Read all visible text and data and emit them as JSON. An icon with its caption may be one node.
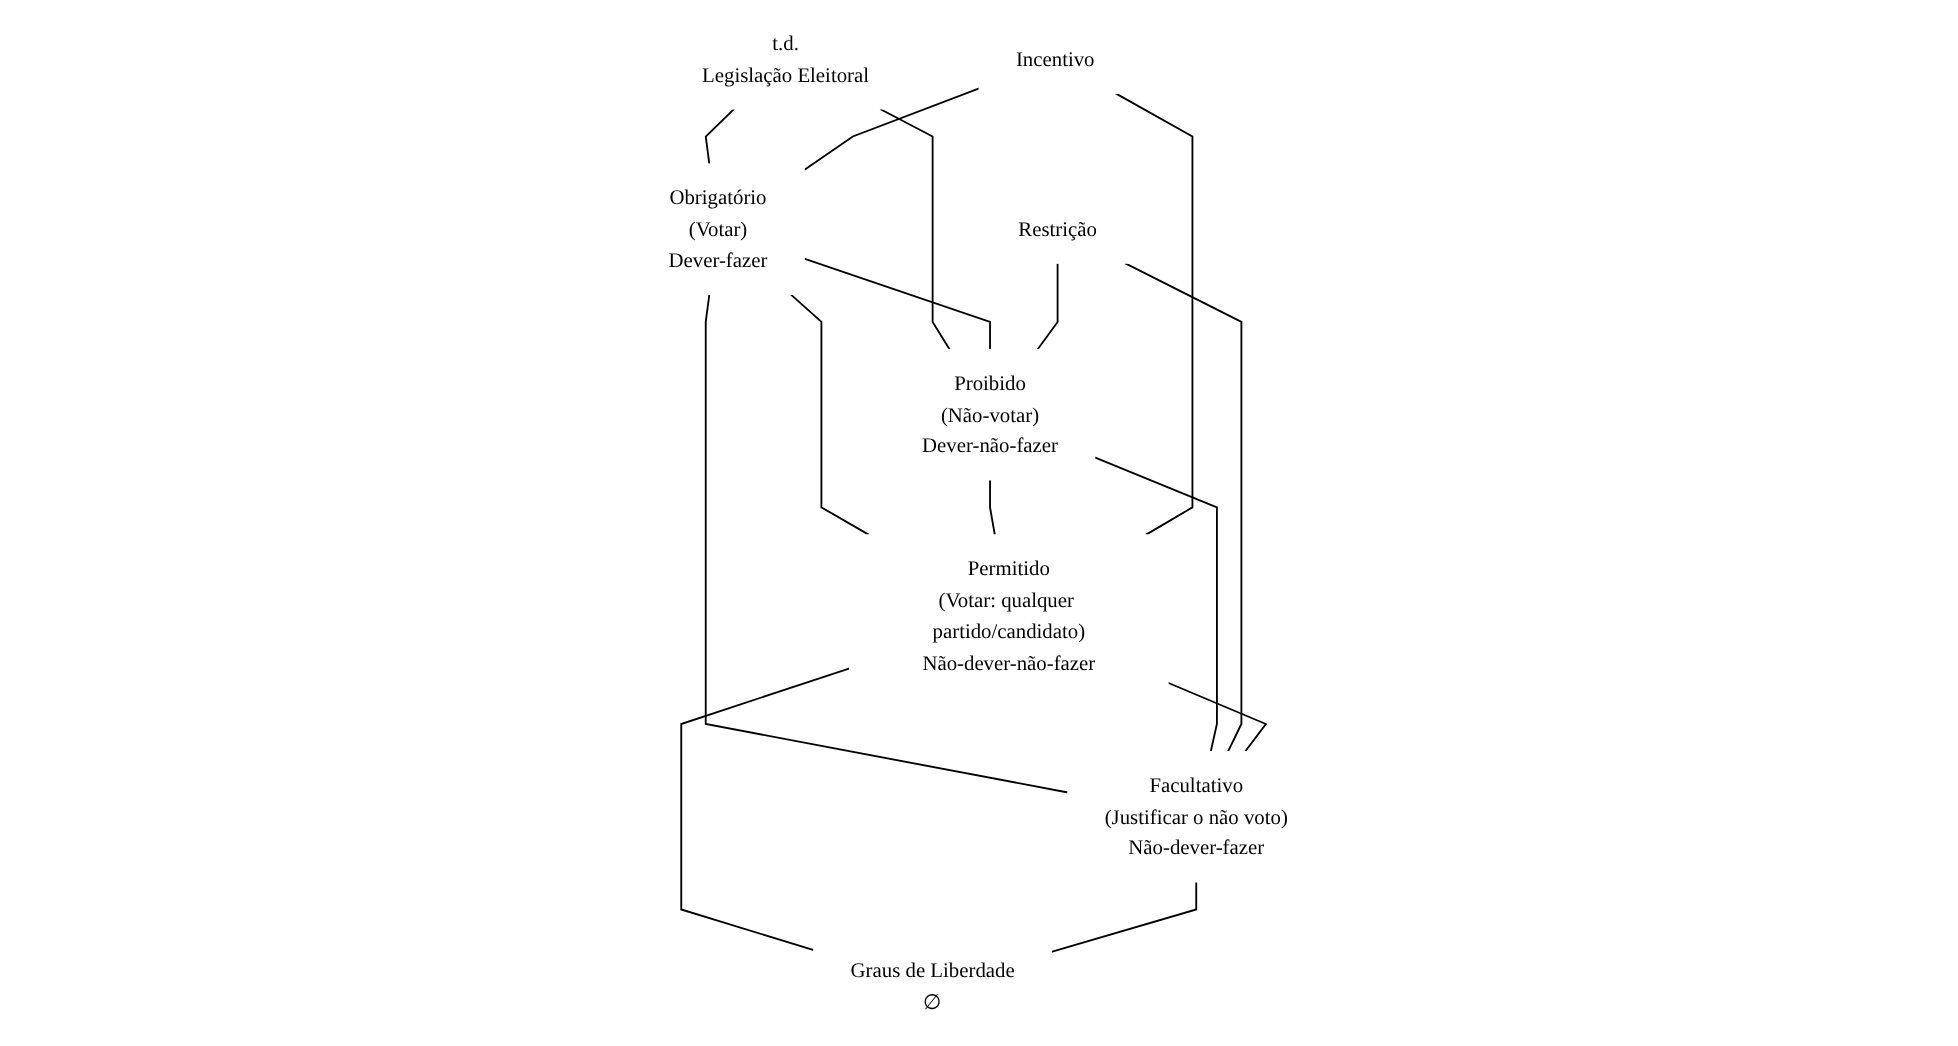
{
  "diagram": {
    "nodes": [
      {
        "text": [
          "t.d.",
          "Legislação Eleitoral"
        ]
      },
      {
        "text": [
          "Obrigatório",
          "(Votar)",
          "Dever-fazer"
        ]
      },
      {
        "text": [
          "Proibido",
          "(Não-votar)",
          "Dever-não-fazer"
        ]
      },
      {
        "text": [
          "Incentivo"
        ]
      },
      {
        "text": [
          "Restrição"
        ]
      },
      {
        "text": [
          "Permitido",
          "(Votar: qualquer partido/candidato)",
          "Não-dever-não-fazer"
        ]
      },
      {
        "text": [
          "Facultativo",
          "(Justificar o não voto)",
          "Não-dever-fazer"
        ]
      },
      {
        "text": [
          "Graus de Liberdade",
          "∅"
        ]
      }
    ],
    "edges": [
      {
        "from": 0,
        "to": 1,
        "arrow": "none"
      },
      {
        "from": 0,
        "to": 2,
        "arrow": "none"
      },
      {
        "from": 1,
        "to": 2,
        "arrow": "none"
      },
      {
        "from": 3,
        "to": 1,
        "arrow": "none"
      },
      {
        "from": 1,
        "to": 5,
        "arrow": "none"
      },
      {
        "from": 1,
        "to": 6,
        "arrow": "none"
      },
      {
        "from": 2,
        "to": 5,
        "arrow": "none"
      },
      {
        "from": 2,
        "to": 6,
        "arrow": "none"
      },
      {
        "from": 4,
        "to": 2,
        "arrow": "none"
      },
      {
        "from": 3,
        "to": 5,
        "arrow": "none"
      },
      {
        "from": 4,
        "to": 6,
        "arrow": "none"
      },
      {
        "from": 5,
        "to": 6,
        "arrow": "none"
      },
      {
        "from": 5,
        "to": 7,
        "arrow": "none"
      },
      {
        "from": 6,
        "to": 7,
        "arrow": "none"
      }
    ]
  }
}
